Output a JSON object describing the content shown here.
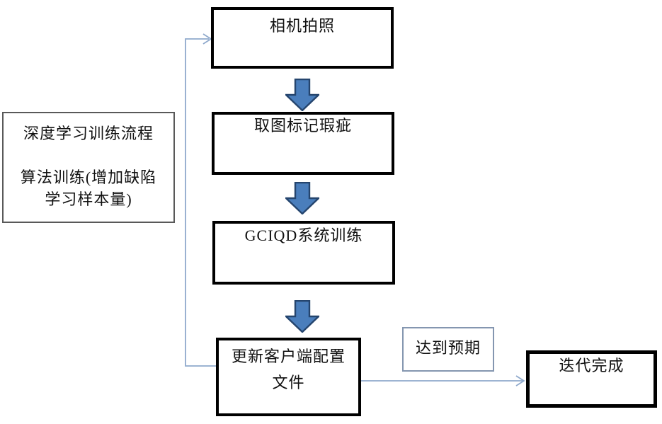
{
  "flowchart": {
    "nodes": {
      "camera": "相机拍照",
      "mark_defects": "取图标记瑕疵",
      "system_training": "GCIQD系统训练",
      "update_config": "更新客户端配置\n文件",
      "iteration_done": "迭代完成"
    },
    "side_note": "深度学习训练流程\n\n算法训练(增加缺陷\n学习样本量)",
    "edge_label": "达到预期",
    "colors": {
      "node_border": "#000000",
      "side_note_border": "#595959",
      "edge_label_border": "#8496b0",
      "block_arrow_fill": "#4a7ebc",
      "block_arrow_border": "#25456e",
      "connector_line": "#8fa9cc"
    }
  }
}
